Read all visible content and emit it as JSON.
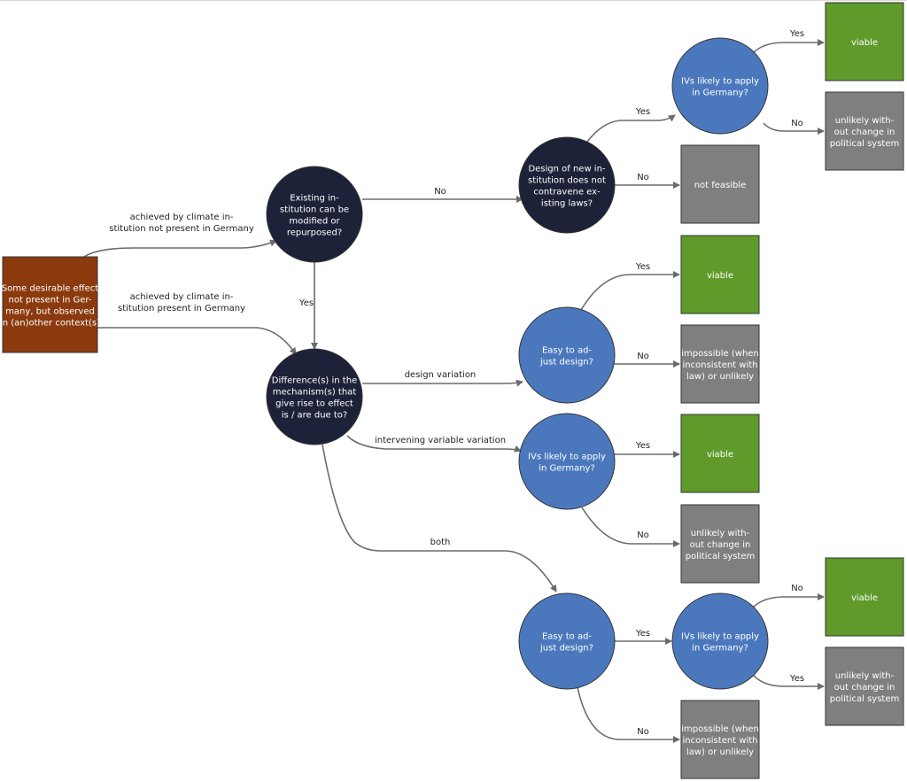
{
  "colors": {
    "start": "#8b3a0e",
    "question_dark": "#1d2238",
    "question_blue": "#4b78bd",
    "outcome_green": "#5f9a2b",
    "outcome_gray": "#7f7f7f",
    "edge": "#6b6b6b"
  },
  "nodes": {
    "start": {
      "shape": "rect",
      "color": "start",
      "lines": [
        "Some desirable effect",
        "not present in Ger-",
        "many, but observed",
        "in (an)other context(s)"
      ]
    },
    "q_modify": {
      "shape": "circle",
      "color": "question_dark",
      "lines": [
        "Existing in-",
        "stitution can be",
        "modified or",
        "repurposed?"
      ]
    },
    "q_diff": {
      "shape": "circle",
      "color": "question_dark",
      "lines": [
        "Difference(s) in the",
        "mechanism(s) that",
        "give rise to effect",
        "is / are due to?"
      ]
    },
    "q_newinst": {
      "shape": "circle",
      "color": "question_dark",
      "lines": [
        "Design of new in-",
        "stitution does not",
        "contravene ex-",
        "isting laws?"
      ]
    },
    "q_iv_top": {
      "shape": "circle",
      "color": "question_blue",
      "lines": [
        "IVs likely to apply",
        "in Germany?"
      ]
    },
    "o_viable_1": {
      "shape": "rect",
      "color": "outcome_green",
      "lines": [
        "viable"
      ]
    },
    "o_unlikely_1": {
      "shape": "rect",
      "color": "outcome_gray",
      "lines": [
        "unlikely with-",
        "out change in",
        "political system"
      ]
    },
    "o_notfeas": {
      "shape": "rect",
      "color": "outcome_gray",
      "lines": [
        "not feasible"
      ]
    },
    "q_easy_1": {
      "shape": "circle",
      "color": "question_blue",
      "lines": [
        "Easy to ad-",
        "just design?"
      ]
    },
    "o_viable_2": {
      "shape": "rect",
      "color": "outcome_green",
      "lines": [
        "viable"
      ]
    },
    "o_impossible_1": {
      "shape": "rect",
      "color": "outcome_gray",
      "lines": [
        "impossible (when",
        "inconsistent with",
        "law) or unlikely"
      ]
    },
    "q_iv_mid": {
      "shape": "circle",
      "color": "question_blue",
      "lines": [
        "IVs likely to apply",
        "in Germany?"
      ]
    },
    "o_viable_3": {
      "shape": "rect",
      "color": "outcome_green",
      "lines": [
        "viable"
      ]
    },
    "o_unlikely_2": {
      "shape": "rect",
      "color": "outcome_gray",
      "lines": [
        "unlikely with-",
        "out change in",
        "political system"
      ]
    },
    "q_easy_2": {
      "shape": "circle",
      "color": "question_blue",
      "lines": [
        "Easy to ad-",
        "just design?"
      ]
    },
    "q_iv_bot": {
      "shape": "circle",
      "color": "question_blue",
      "lines": [
        "IVs likely to apply",
        "in Germany?"
      ]
    },
    "o_viable_4": {
      "shape": "rect",
      "color": "outcome_green",
      "lines": [
        "viable"
      ]
    },
    "o_unlikely_3": {
      "shape": "rect",
      "color": "outcome_gray",
      "lines": [
        "unlikely with-",
        "out change in",
        "political system"
      ]
    },
    "o_impossible_2": {
      "shape": "rect",
      "color": "outcome_gray",
      "lines": [
        "impossible (when",
        "inconsistent with",
        "law) or unlikely"
      ]
    }
  },
  "edges": [
    {
      "from": "start",
      "to": "q_modify",
      "label": [
        "achieved by climate in-",
        "stitution not present in Germany"
      ]
    },
    {
      "from": "start",
      "to": "q_diff",
      "label": [
        "achieved by climate in-",
        "stitution present in Germany"
      ]
    },
    {
      "from": "q_modify",
      "to": "q_newinst",
      "label": [
        "No"
      ]
    },
    {
      "from": "q_modify",
      "to": "q_diff",
      "label": [
        "Yes"
      ]
    },
    {
      "from": "q_newinst",
      "to": "q_iv_top",
      "label": [
        "Yes"
      ]
    },
    {
      "from": "q_newinst",
      "to": "o_notfeas",
      "label": [
        "No"
      ]
    },
    {
      "from": "q_iv_top",
      "to": "o_viable_1",
      "label": [
        "Yes"
      ]
    },
    {
      "from": "q_iv_top",
      "to": "o_unlikely_1",
      "label": [
        "No"
      ]
    },
    {
      "from": "q_diff",
      "to": "q_easy_1",
      "label": [
        "design variation"
      ]
    },
    {
      "from": "q_diff",
      "to": "q_iv_mid",
      "label": [
        "intervening variable variation"
      ]
    },
    {
      "from": "q_diff",
      "to": "q_easy_2",
      "label": [
        "both"
      ]
    },
    {
      "from": "q_easy_1",
      "to": "o_viable_2",
      "label": [
        "Yes"
      ]
    },
    {
      "from": "q_easy_1",
      "to": "o_impossible_1",
      "label": [
        "No"
      ]
    },
    {
      "from": "q_iv_mid",
      "to": "o_viable_3",
      "label": [
        "Yes"
      ]
    },
    {
      "from": "q_iv_mid",
      "to": "o_unlikely_2",
      "label": [
        "No"
      ]
    },
    {
      "from": "q_easy_2",
      "to": "q_iv_bot",
      "label": [
        "Yes"
      ]
    },
    {
      "from": "q_easy_2",
      "to": "o_impossible_2",
      "label": [
        "No"
      ]
    },
    {
      "from": "q_iv_bot",
      "to": "o_viable_4",
      "label": [
        "Yes"
      ]
    },
    {
      "from": "q_iv_bot",
      "to": "o_unlikely_3",
      "label": [
        "No"
      ]
    }
  ]
}
